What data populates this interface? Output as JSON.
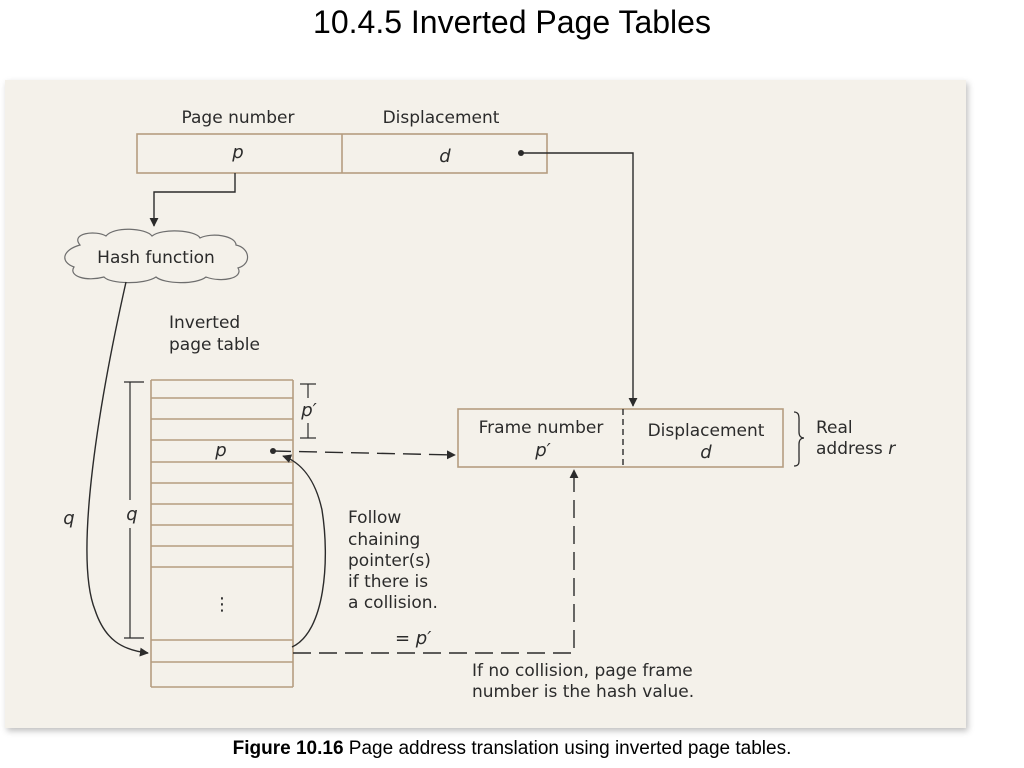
{
  "title": "10.4.5 Inverted Page Tables",
  "virtual_address": {
    "page_number_label": "Page number",
    "displacement_label": "Displacement",
    "p": "p",
    "d": "d"
  },
  "hash_function_label": "Hash function",
  "inverted_table": {
    "label_line1": "Inverted",
    "label_line2": "page table",
    "entry_p": "p",
    "p_prime": "p′",
    "q_left": "q",
    "q_inner": "q",
    "ellipsis": "⋮",
    "eq_p_prime": "= p′"
  },
  "real_address": {
    "frame_number_label": "Frame number",
    "frame_value": "p′",
    "displacement_label": "Displacement",
    "d": "d",
    "label_line1": "Real",
    "label_line2": "address",
    "label_r": "r"
  },
  "annotations": {
    "follow_lines": [
      "Follow",
      "chaining",
      "pointer(s)",
      "if there is",
      "a collision."
    ],
    "no_collision_lines": [
      "If no collision, page frame",
      "number is the hash value."
    ]
  },
  "caption": {
    "bold": "Figure 10.16",
    "text": " Page address translation using inverted page tables."
  },
  "colors": {
    "panel": "#f4f1ea",
    "table_lines": "#b59d80",
    "ink": "#2b2b2b"
  }
}
